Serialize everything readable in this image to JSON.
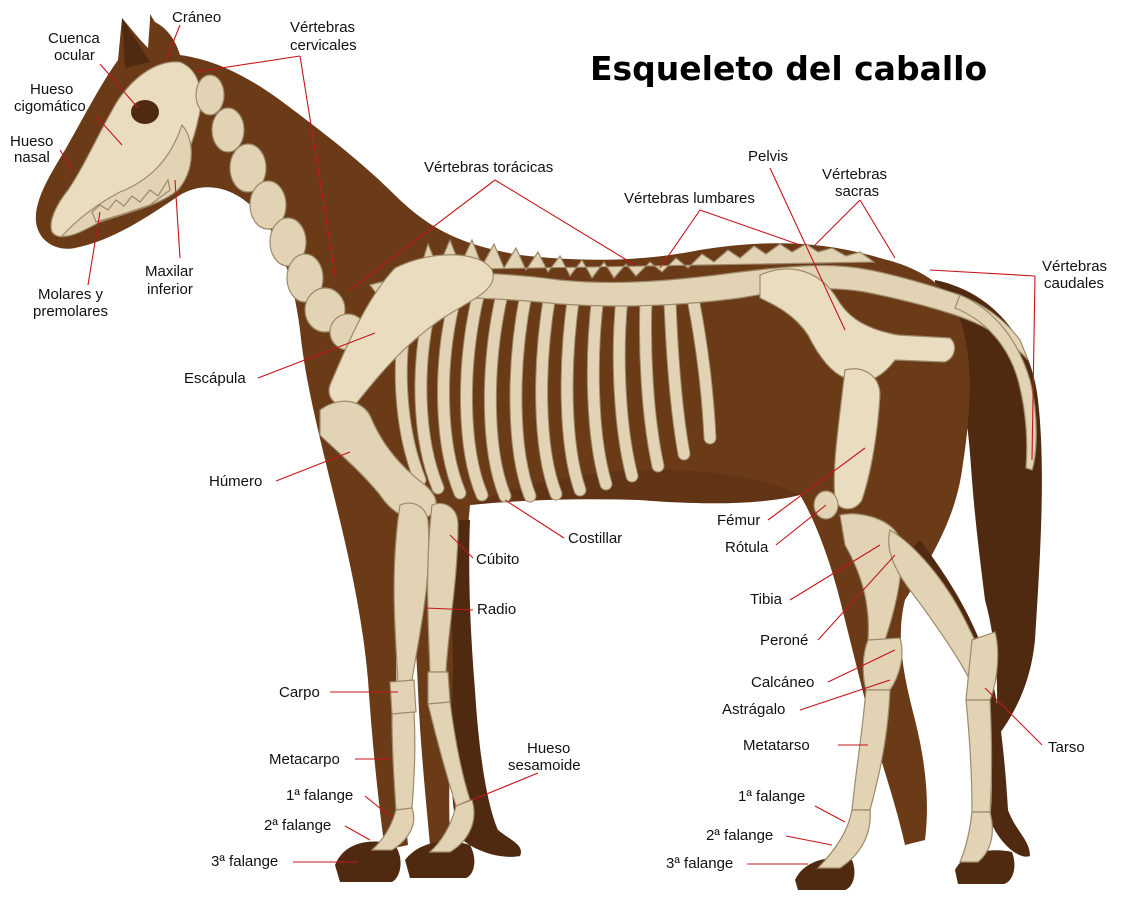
{
  "title": "Esqueleto del caballo",
  "colors": {
    "coat": "#6b3a17",
    "bone": "#e2d3b4",
    "leader_line": "#c4161c",
    "text": "#111111"
  },
  "labels": {
    "craneo": "Cráneo",
    "vert_cervicales_1": "Vértebras",
    "vert_cervicales_2": "cervicales",
    "cuenca_1": "Cuenca",
    "cuenca_2": "ocular",
    "cigomatico_1": "Hueso",
    "cigomatico_2": "cigomático",
    "nasal_1": "Hueso",
    "nasal_2": "nasal",
    "vert_toracicas": "Vértebras torácicas",
    "vert_lumbares": "Vértebras lumbares",
    "pelvis": "Pelvis",
    "vert_sacras_1": "Vértebras",
    "vert_sacras_2": "sacras",
    "vert_caudales_1": "Vértebras",
    "vert_caudales_2": "caudales",
    "maxilar_1": "Maxilar",
    "maxilar_2": "inferior",
    "molares_1": "Molares y",
    "molares_2": "premolares",
    "escapula": "Escápula",
    "humero": "Húmero",
    "costillar": "Costillar",
    "cubito": "Cúbito",
    "radio": "Radio",
    "carpo": "Carpo",
    "metacarpo": "Metacarpo",
    "sesamoide_1": "Hueso",
    "sesamoide_2": "sesamoide",
    "falange1_front": "1ª falange",
    "falange2_front": "2ª falange",
    "falange3_front": "3ª falange",
    "femur": "Fémur",
    "rotula": "Rótula",
    "tibia": "Tibia",
    "perone": "Peroné",
    "calcaneo": "Calcáneo",
    "astragalo": "Astrágalo",
    "metatarso": "Metatarso",
    "tarso": "Tarso",
    "falange1_hind": "1ª falange",
    "falange2_hind": "2ª falange",
    "falange3_hind": "3ª falange"
  }
}
